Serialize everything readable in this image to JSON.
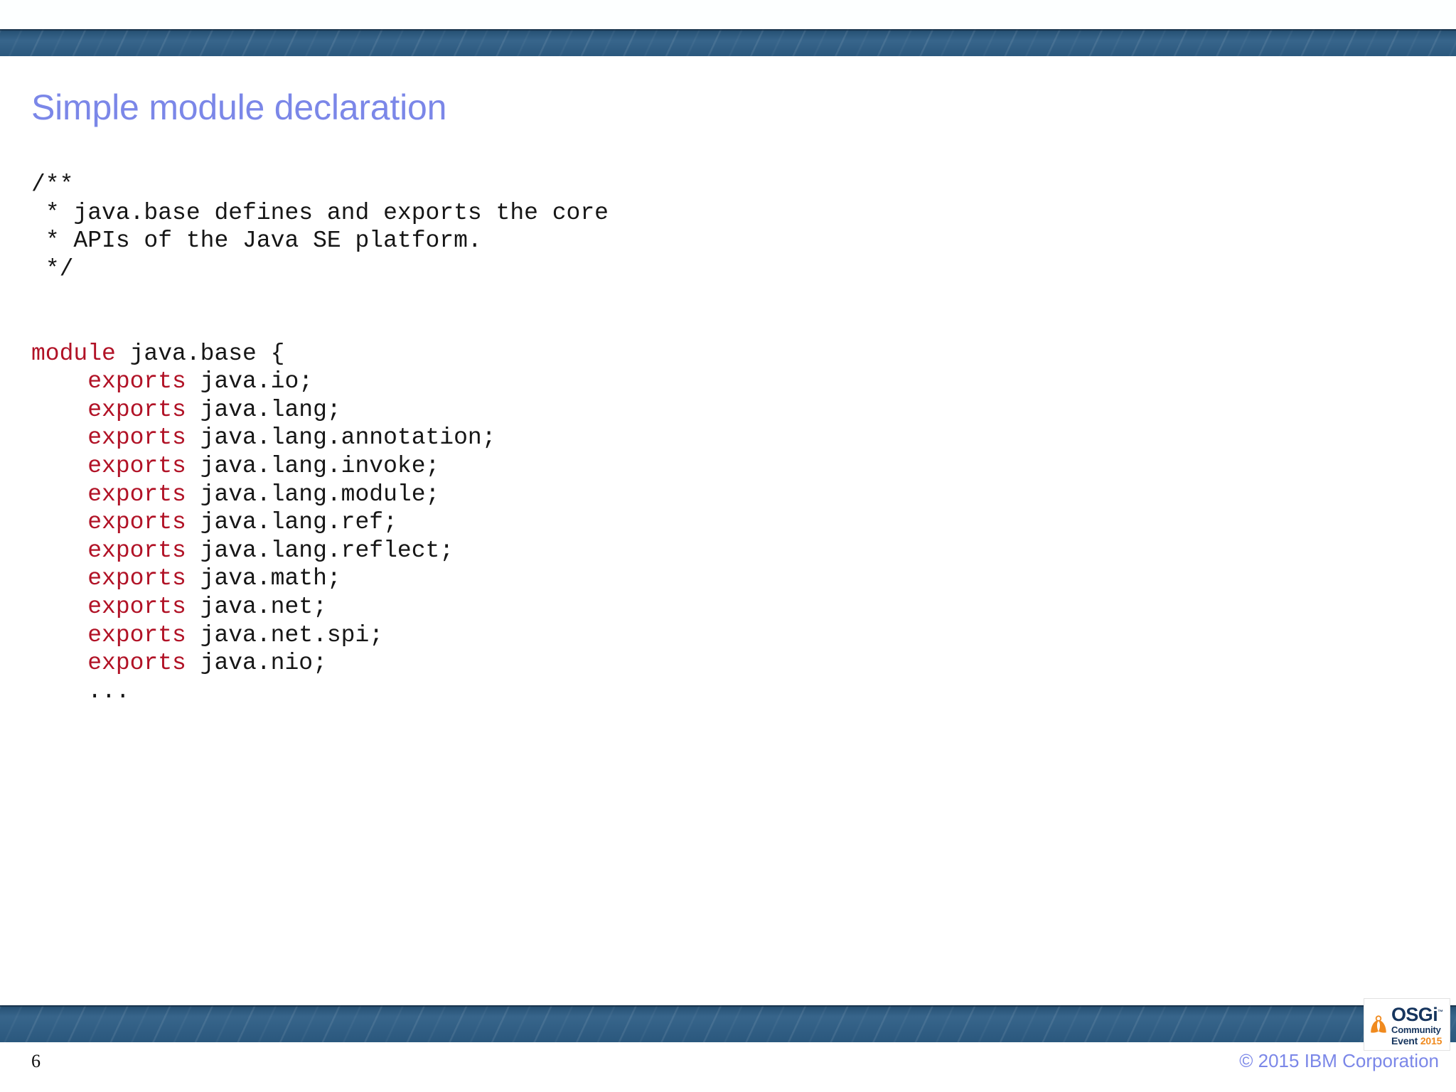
{
  "slide": {
    "title": "Simple module declaration",
    "page_number": "6",
    "copyright": "© 2015 IBM Corporation",
    "colors": {
      "band_blue": "#2d5d85",
      "title_periwinkle": "#7b87e8",
      "keyword_red": "#b11226",
      "code_black": "#161616",
      "osgi_navy": "#16355e",
      "osgi_orange": "#f08a1e"
    }
  },
  "code": {
    "language": "java-module-info",
    "lines": [
      {
        "indent": "",
        "keyword": "",
        "text": "/**"
      },
      {
        "indent": " ",
        "keyword": "",
        "text": "* java.base defines and exports the core"
      },
      {
        "indent": " ",
        "keyword": "",
        "text": "* APIs of the Java SE platform."
      },
      {
        "indent": " ",
        "keyword": "",
        "text": "*/"
      },
      {
        "indent": "",
        "keyword": "",
        "text": ""
      },
      {
        "indent": "",
        "keyword": "",
        "text": ""
      },
      {
        "indent": "",
        "keyword": "module",
        "text": " java.base {"
      },
      {
        "indent": "    ",
        "keyword": "exports",
        "text": " java.io;"
      },
      {
        "indent": "    ",
        "keyword": "exports",
        "text": " java.lang;"
      },
      {
        "indent": "    ",
        "keyword": "exports",
        "text": " java.lang.annotation;"
      },
      {
        "indent": "    ",
        "keyword": "exports",
        "text": " java.lang.invoke;"
      },
      {
        "indent": "    ",
        "keyword": "exports",
        "text": " java.lang.module;"
      },
      {
        "indent": "    ",
        "keyword": "exports",
        "text": " java.lang.ref;"
      },
      {
        "indent": "    ",
        "keyword": "exports",
        "text": " java.lang.reflect;"
      },
      {
        "indent": "    ",
        "keyword": "exports",
        "text": " java.math;"
      },
      {
        "indent": "    ",
        "keyword": "exports",
        "text": " java.net;"
      },
      {
        "indent": "    ",
        "keyword": "exports",
        "text": " java.net.spi;"
      },
      {
        "indent": "    ",
        "keyword": "exports",
        "text": " java.nio;"
      },
      {
        "indent": "    ",
        "keyword": "",
        "text": "..."
      }
    ]
  },
  "logo": {
    "name": "osgi-community-event-logo",
    "wordmark": "OSGi",
    "trademark": "™",
    "community": "Community",
    "event_word": "Event",
    "event_year": "2015"
  }
}
